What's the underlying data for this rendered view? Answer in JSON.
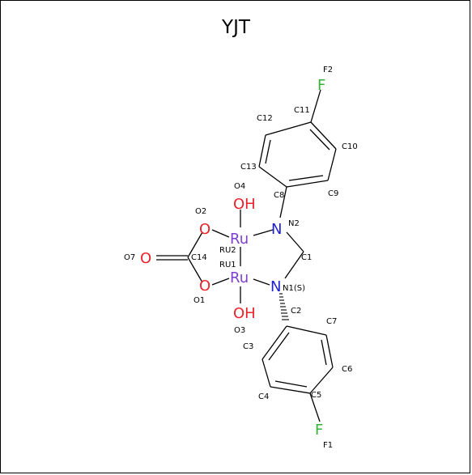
{
  "title": "YJT",
  "colors": {
    "carbon": "#000000",
    "fluorine": "#33b233",
    "oxygen": "#e8242a",
    "nitrogen": "#1f1fd6",
    "ruthenium": "#7d3fcf",
    "bond": "#000000"
  },
  "molecule": {
    "elements": {
      "F2": "F",
      "F1": "F",
      "O4": "OH",
      "O3": "OH",
      "O2": "O",
      "O1": "O",
      "O7": "O",
      "RU2": "Ru",
      "RU1": "Ru",
      "N2": "N",
      "N1": "N"
    },
    "labels": {
      "F2": "F2",
      "F1": "F1",
      "C11": "C11",
      "C12": "C12",
      "C10": "C10",
      "C13": "C13",
      "C8": "C8",
      "C9": "C9",
      "O4": "O4",
      "O2": "O2",
      "N2": "N2",
      "RU2": "RU2",
      "O7": "O7",
      "C14": "C14",
      "C1": "C1",
      "RU1": "RU1",
      "N1": "N1(S)",
      "O1": "O1",
      "C2": "C2",
      "O3": "O3",
      "C7": "C7",
      "C3": "C3",
      "C6": "C6",
      "C4": "C4",
      "C5": "C5"
    }
  }
}
